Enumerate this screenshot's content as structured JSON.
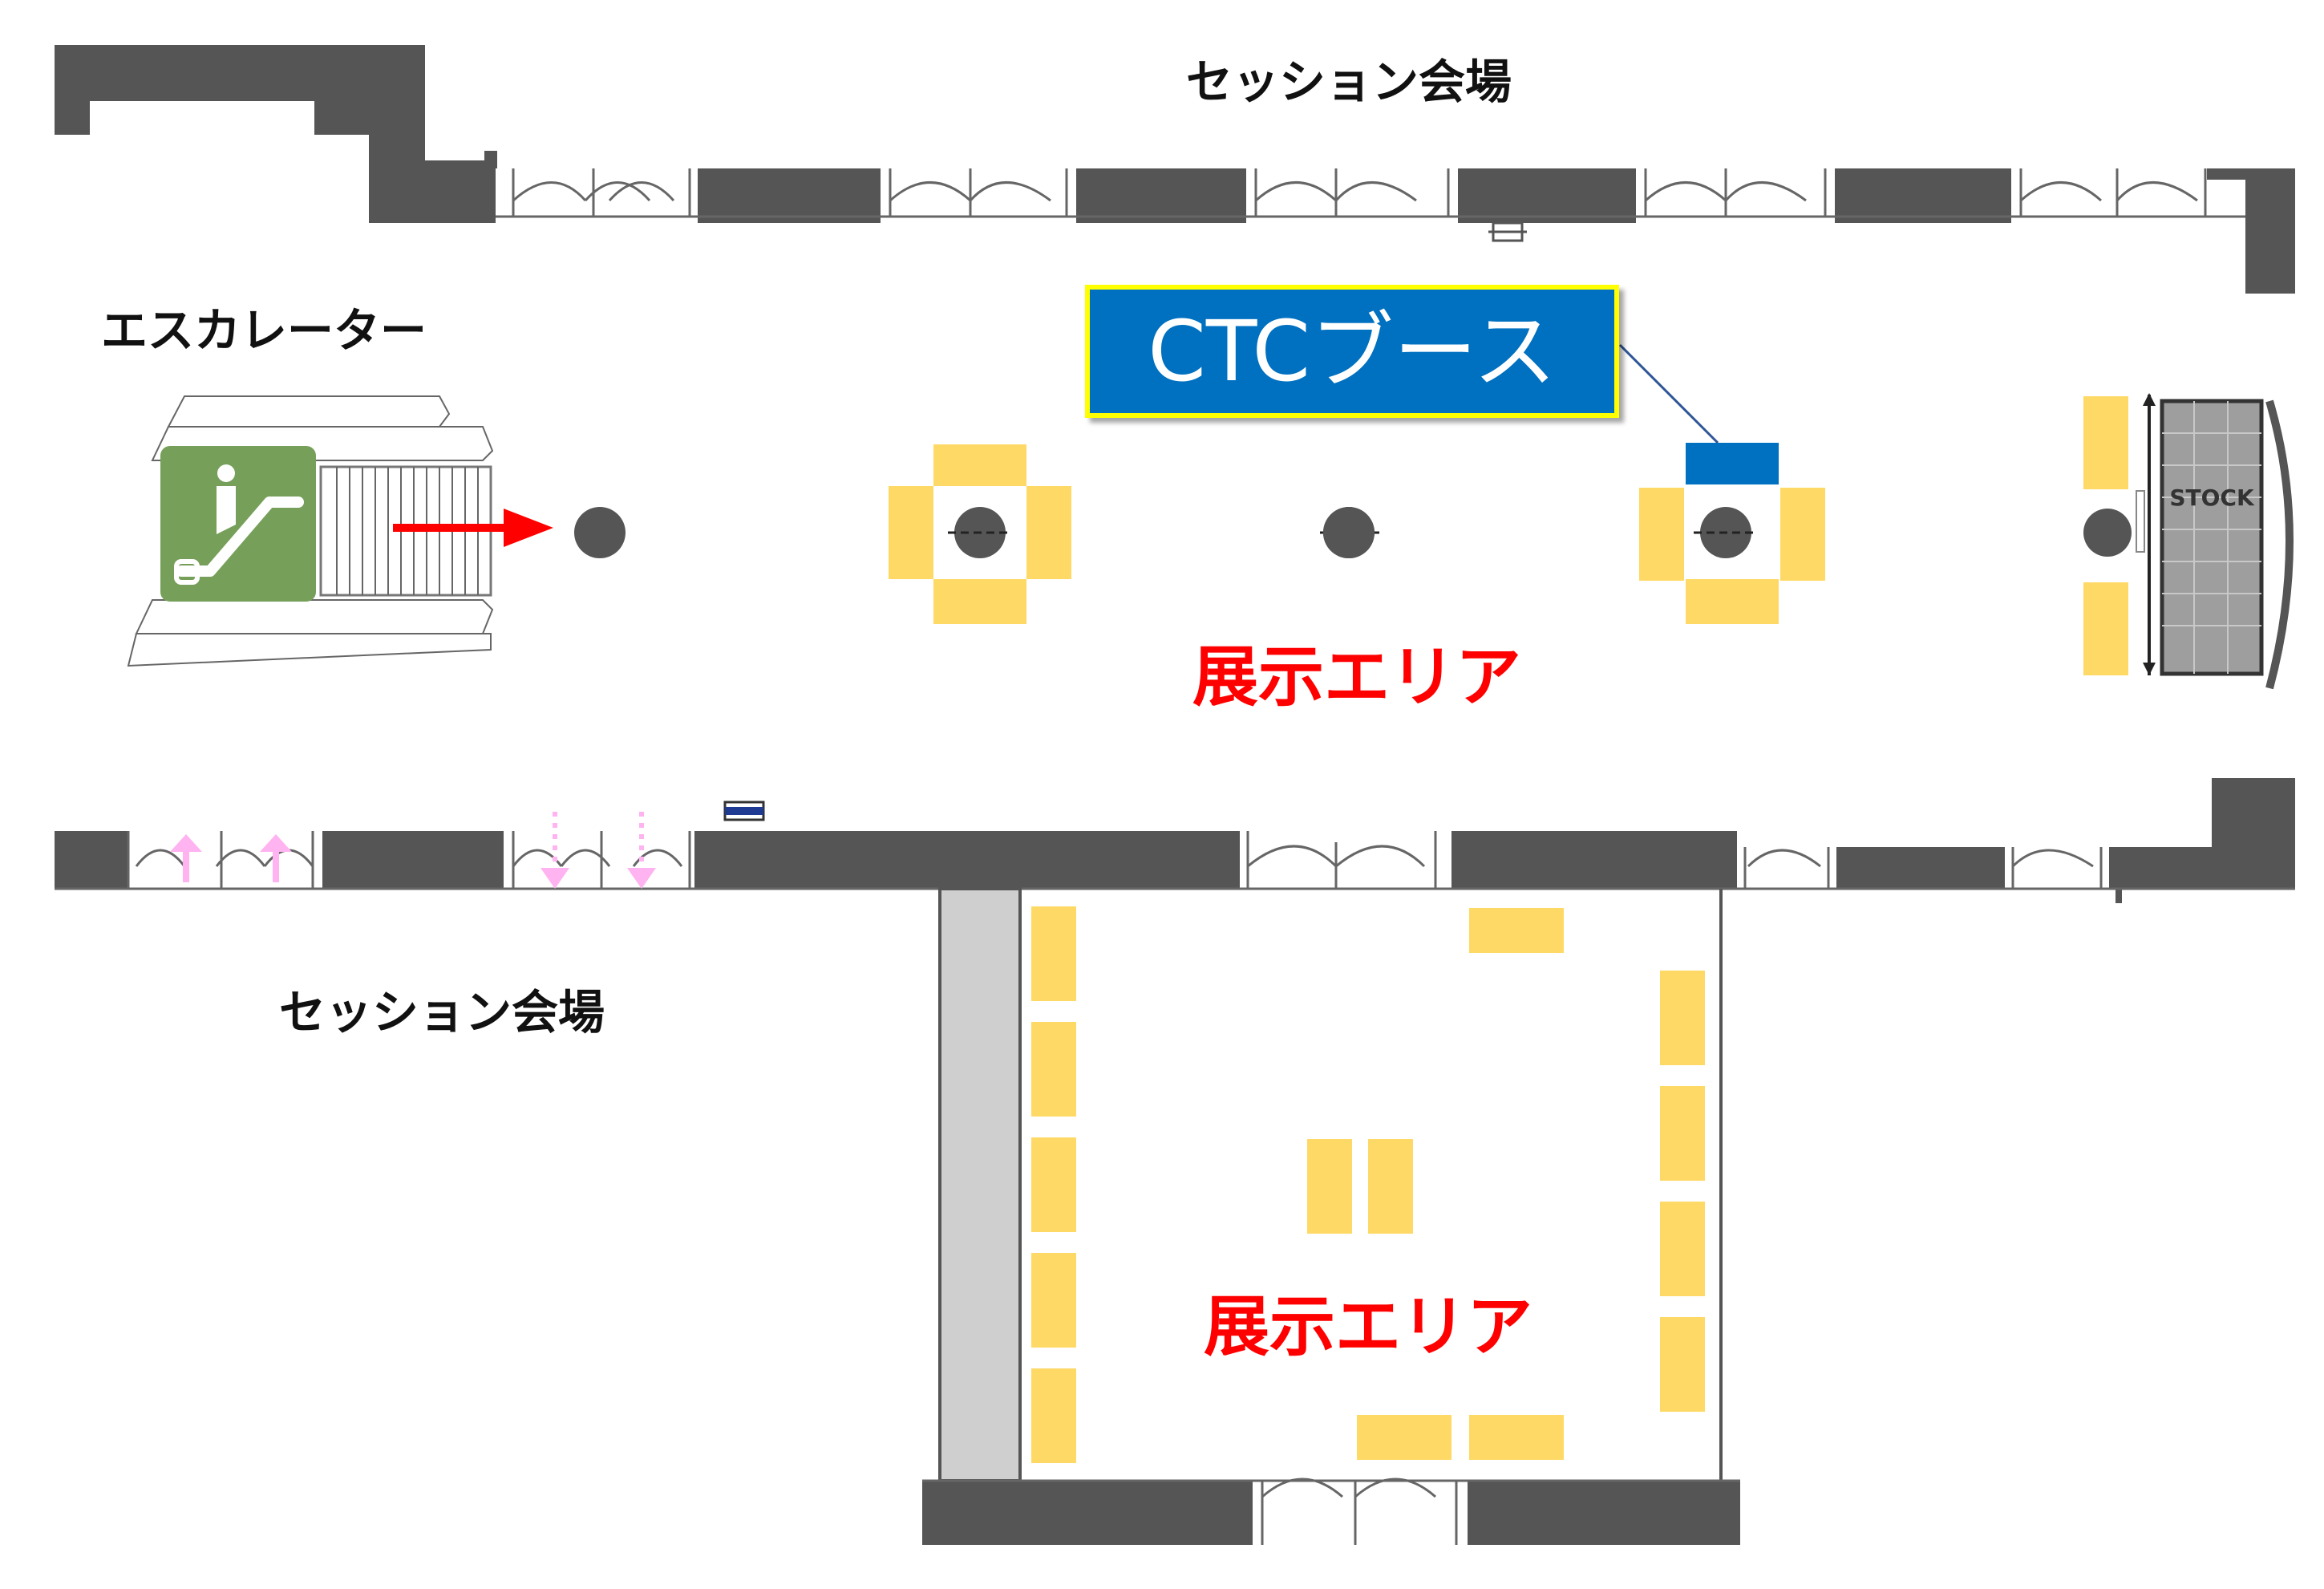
{
  "labels": {
    "session_top": "セッション会場",
    "session_bottom": "セッション会場",
    "escalator": "エスカレーター",
    "exhibit_main": "展示エリア",
    "exhibit_lower": "展示エリア",
    "booth": "CTCブース",
    "stock": "STOCK"
  },
  "colors": {
    "wall": "#555555",
    "stand": "#ffd966",
    "booth_fill": "#0070c0",
    "booth_border": "#ffff00",
    "exhibit_label": "#ff0000",
    "escalator_sign": "#76a05a",
    "arrow": "#ff0000",
    "entry_arrow": "#ffb3f0"
  },
  "icons": {
    "escalator_sign": "escalator-icon",
    "direction_arrow": "arrow-right-icon",
    "entry_arrows": "arrow-up-icon",
    "exit_arrows": "arrow-down-icon"
  }
}
